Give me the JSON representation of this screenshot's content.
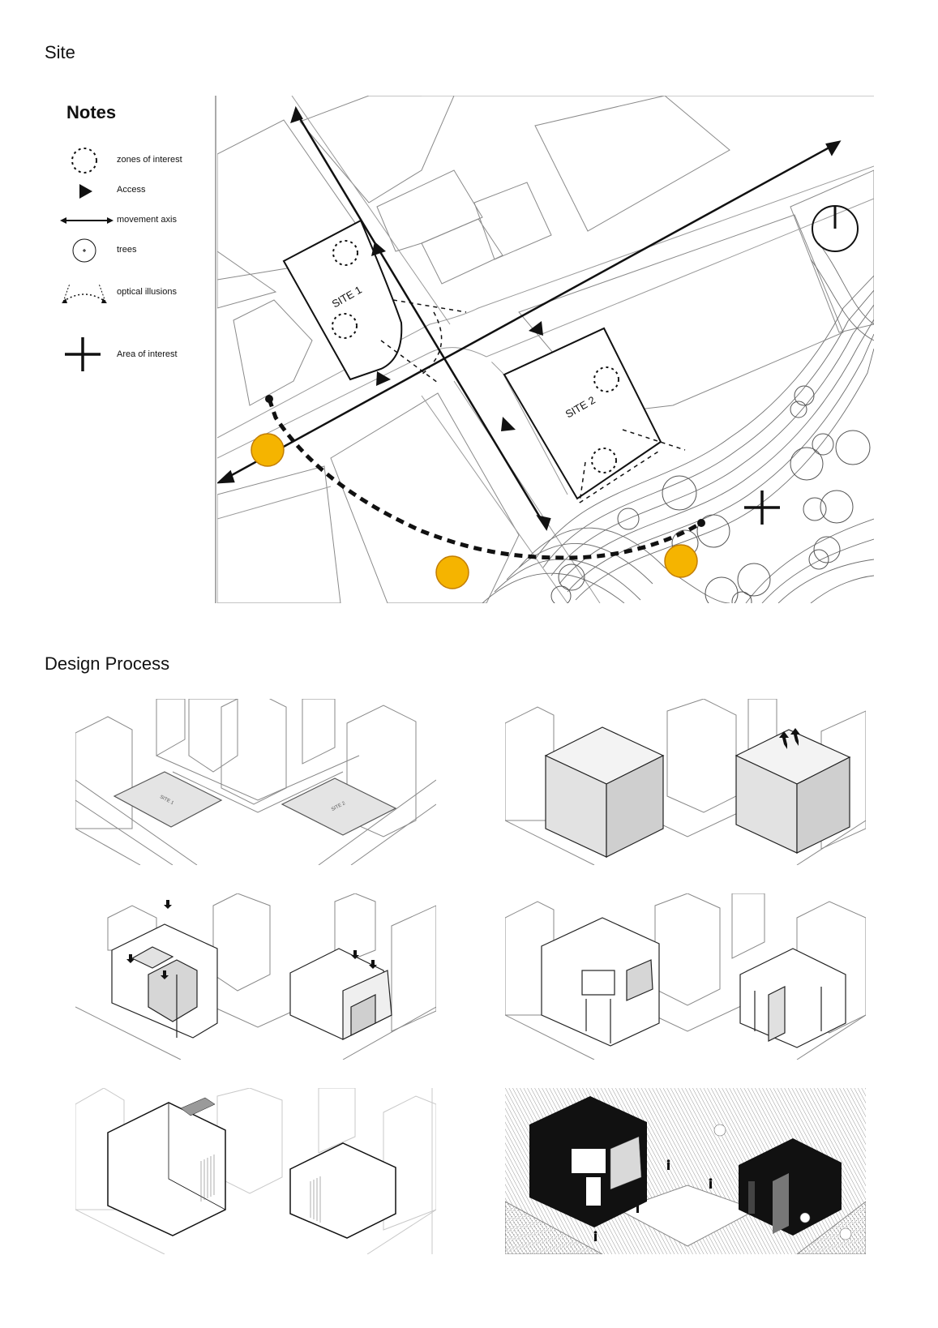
{
  "page": {
    "site_heading": "Site",
    "design_heading": "Design Process"
  },
  "notes": {
    "title": "Notes",
    "items": [
      {
        "icon": "dashed-circle-icon",
        "label": "zones of interest"
      },
      {
        "icon": "triangle-icon",
        "label": "Access"
      },
      {
        "icon": "double-arrow-icon",
        "label": "movement axis"
      },
      {
        "icon": "tree-circle-icon",
        "label": "trees"
      },
      {
        "icon": "dotted-arc-icon",
        "label": "optical illusions"
      },
      {
        "icon": "plus-icon",
        "label": "Area of interest"
      }
    ]
  },
  "site_map": {
    "site1_label": "SITE 1",
    "site2_label": "SITE 2",
    "highlight_color": "#f5b400",
    "highlight_stroke": "#c27d00"
  },
  "design_process": {
    "panel1_site1": "SITE 1",
    "panel1_site2": "SITE 2"
  }
}
